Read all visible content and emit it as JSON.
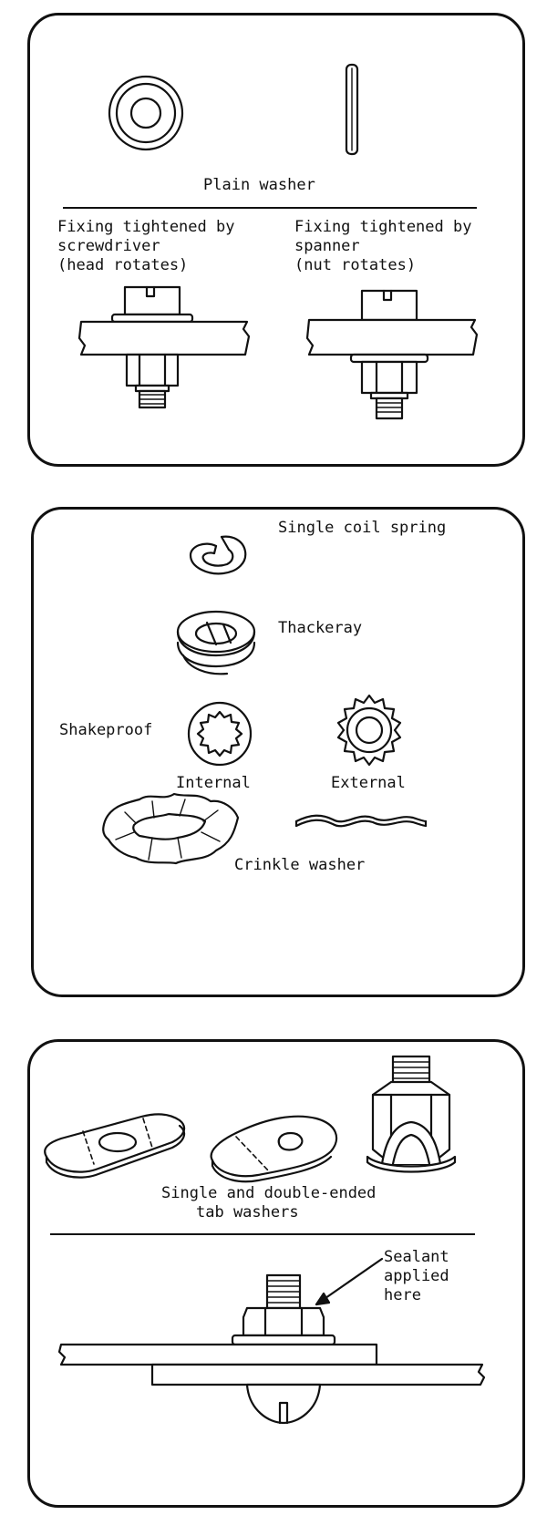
{
  "panel1": {
    "plain_washer": "Plain washer",
    "screwdriver_lines": [
      "Fixing tightened by",
      "screwdriver",
      "(head rotates)"
    ],
    "spanner_lines": [
      "Fixing tightened by",
      "spanner",
      "(nut rotates)"
    ]
  },
  "panel2": {
    "single_coil": "Single coil spring",
    "thackeray": "Thackeray",
    "shakeproof": "Shakeproof",
    "internal": "Internal",
    "external": "External",
    "crinkle": "Crinkle washer"
  },
  "panel3": {
    "tab_lines": [
      "Single and double-ended",
      "tab washers"
    ],
    "sealant_lines": [
      "Sealant",
      "applied",
      "here"
    ]
  }
}
